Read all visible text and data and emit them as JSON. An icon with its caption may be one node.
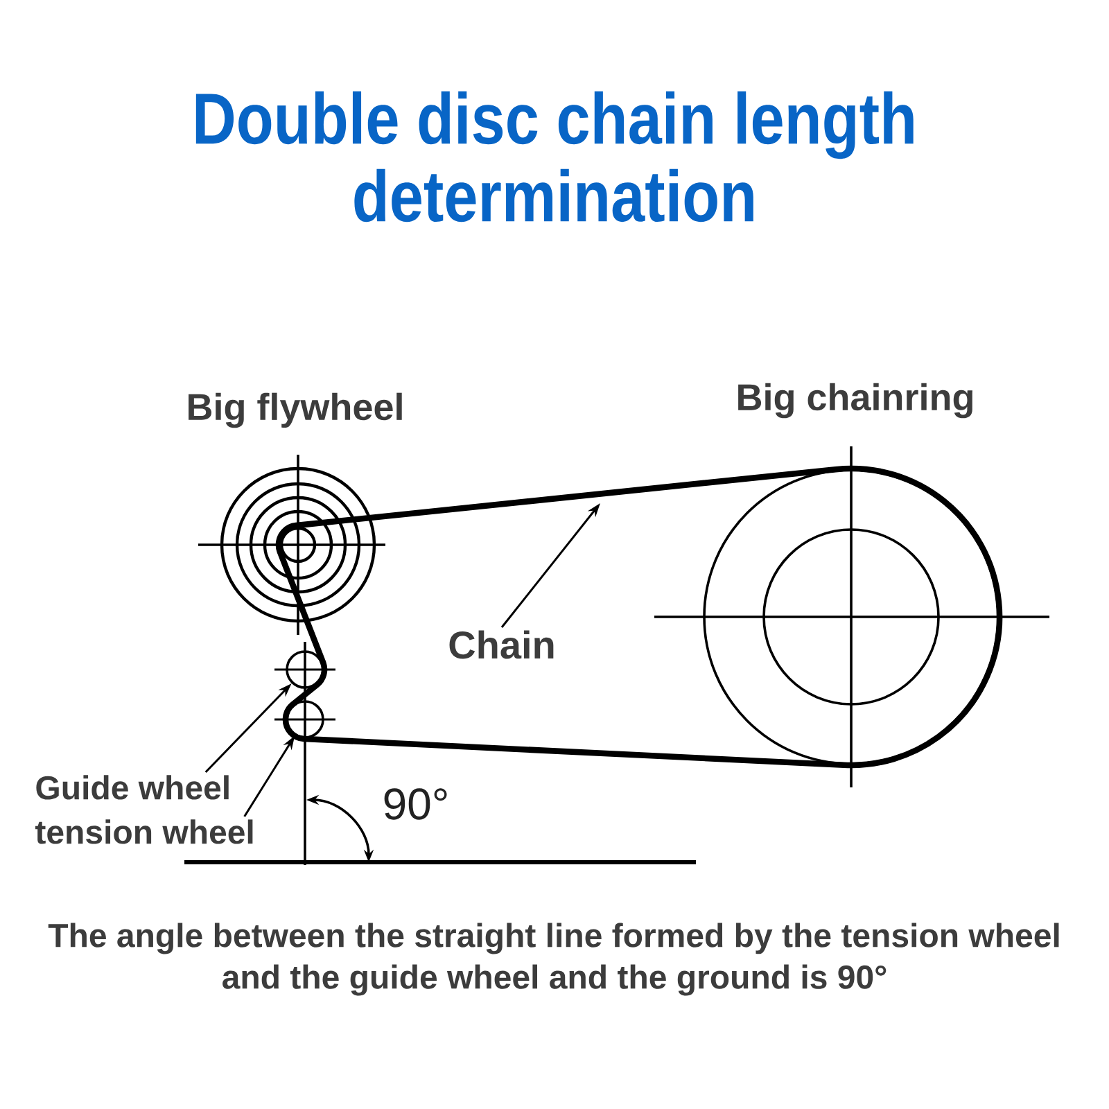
{
  "diagram": {
    "title": "Double disc chain length determination",
    "nodes": [
      {
        "text": [
          "Big flywheel"
        ]
      },
      {
        "text": [
          "Big chainring"
        ]
      },
      {
        "text": [
          "Chain"
        ]
      },
      {
        "text": [],
        "shape": "circle"
      },
      {
        "text": [],
        "shape": "circle"
      },
      {
        "text": [
          "Guide wheel"
        ]
      },
      {
        "text": [
          "tension wheel"
        ]
      }
    ],
    "edges": [
      {
        "from": 2,
        "to": null,
        "arrow": "to"
      },
      {
        "from": 5,
        "to": 3,
        "arrow": "to"
      },
      {
        "from": 6,
        "to": 4,
        "arrow": "to"
      }
    ],
    "labels": [
      "90°"
    ],
    "caption": "The angle between the straight line formed by the tension wheel and the guide wheel and the ground is 90°"
  }
}
